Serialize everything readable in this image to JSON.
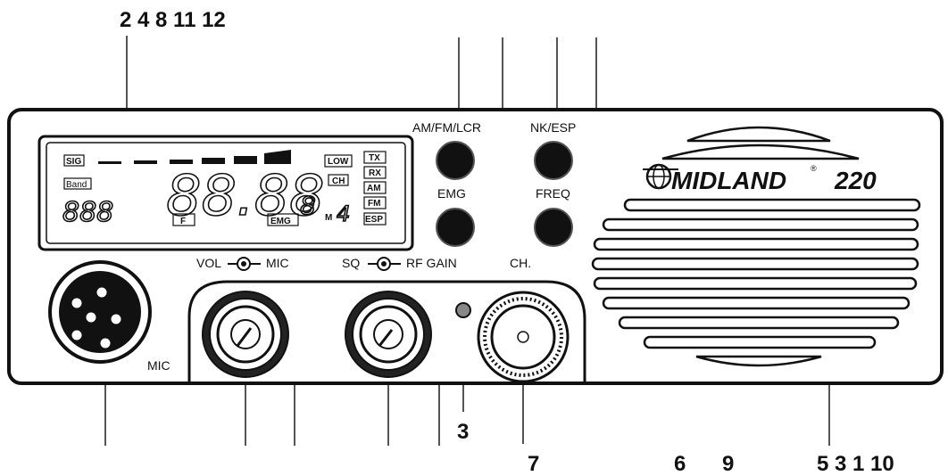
{
  "callouts": {
    "top": "2 4 8 11 12",
    "led": "3",
    "ch": "7",
    "b1": "6",
    "b2": "9",
    "speaker": "5 3 1 10"
  },
  "buttons": {
    "mode": "AM/FM/LCR",
    "nk": "NK/ESP",
    "emg": "EMG",
    "freq": "FREQ"
  },
  "knobs": {
    "vol_mic_left": "VOL",
    "vol_mic_right": "MIC",
    "sq_rf_left": "SQ",
    "sq_rf_right": "RF GAIN",
    "ch": "CH."
  },
  "mic_label": "MIC",
  "display": {
    "sig": "SIG",
    "band": "Band",
    "low": "LOW",
    "ch": "CH",
    "tx": "TX",
    "rx": "RX",
    "am": "AM",
    "fm": "FM",
    "esp": "ESP",
    "f": "F",
    "emg": "EMG",
    "freq": "88.88",
    "freq_small": "8",
    "m": "M",
    "m_digit": "4",
    "left_digits": "888"
  },
  "brand": {
    "name": "MIDLAND",
    "model": "220",
    "reg": "®"
  }
}
